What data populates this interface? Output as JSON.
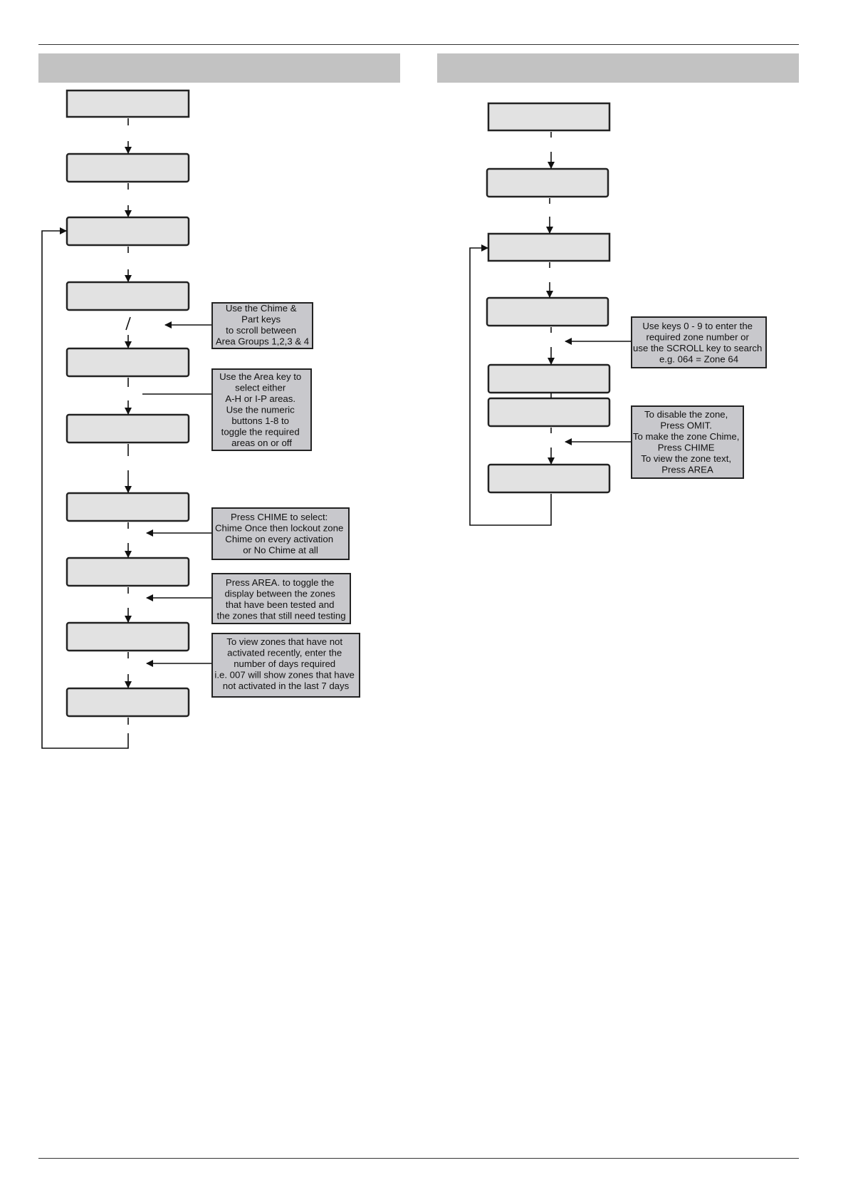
{
  "left_notes": {
    "area_groups": [
      "Use the Chime &",
      "Part keys",
      "to scroll between",
      "Area Groups 1,2,3 & 4"
    ],
    "area_select": [
      "Use the Area key to",
      "select either",
      "A-H or I-P areas.",
      "Use the numeric",
      "buttons 1-8 to",
      "toggle the required",
      "areas on or off"
    ],
    "chime_select": [
      "Press CHIME to select:",
      "Chime Once then lockout zone",
      "Chime on every activation",
      "or No Chime at all"
    ],
    "tested_toggle": [
      "Press AREA. to toggle the",
      "display between the zones",
      "that have been tested and",
      "the zones that still need testing"
    ],
    "view_inactive": [
      "To view zones that have not",
      "activated recently, enter the",
      "number of days required",
      "i.e. 007 will show zones that have",
      "not activated in the last 7 days"
    ]
  },
  "right_notes": {
    "zone_entry": [
      "Use keys 0 - 9 to enter the",
      "required zone number or",
      "use the SCROLL key to search",
      "e.g. 064 = Zone 64"
    ],
    "zone_actions": [
      "To disable the zone,",
      "Press OMIT.",
      "To make the zone Chime,",
      "Press CHIME",
      "To view the zone text,",
      "Press AREA"
    ]
  }
}
